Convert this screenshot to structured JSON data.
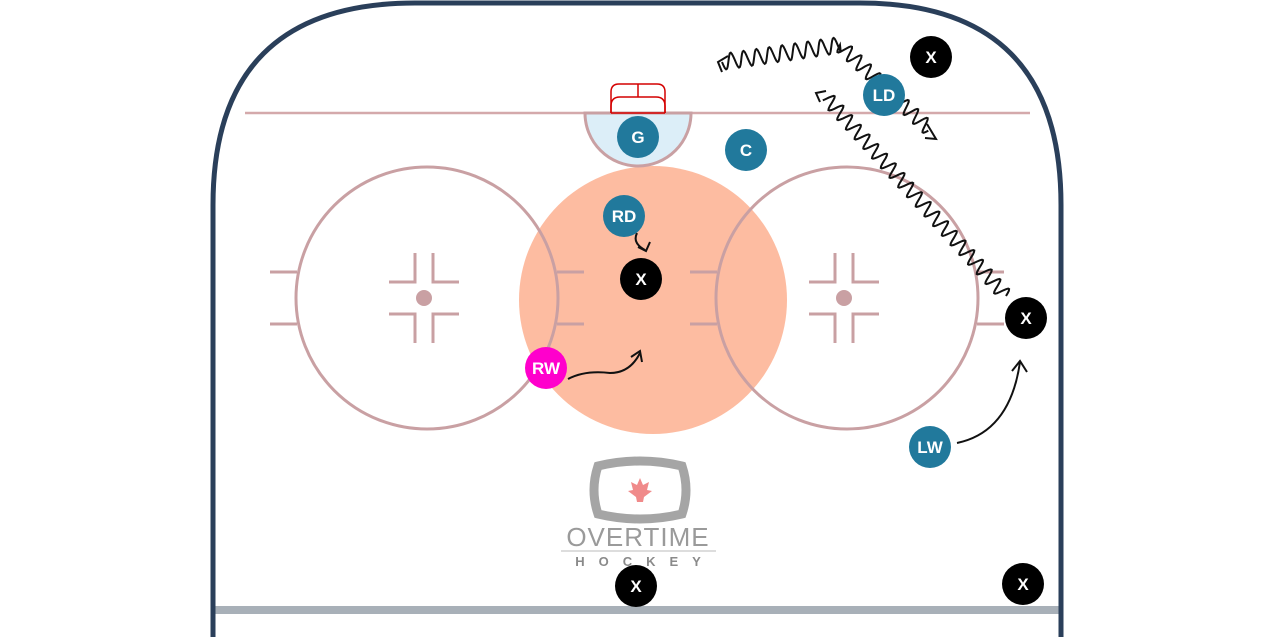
{
  "colors": {
    "rink_border": "#2a3f5a",
    "lines": "#c9a0a3",
    "team": "#21799c",
    "rw": "#ff00cc",
    "opponent": "#000000",
    "zone": "#fdab8a",
    "crease": "#dceef8",
    "net": "#d40000",
    "blue_line": "#a8b0b8"
  },
  "players": [
    {
      "id": "g",
      "label": "G",
      "team": "team"
    },
    {
      "id": "c",
      "label": "C",
      "team": "team"
    },
    {
      "id": "rd",
      "label": "RD",
      "team": "team"
    },
    {
      "id": "ld",
      "label": "LD",
      "team": "team"
    },
    {
      "id": "lw",
      "label": "LW",
      "team": "team"
    },
    {
      "id": "rw",
      "label": "RW",
      "team": "rw"
    }
  ],
  "opponents": [
    {
      "label": "X"
    },
    {
      "label": "X"
    },
    {
      "label": "X"
    },
    {
      "label": "X"
    },
    {
      "label": "X"
    }
  ],
  "logo": {
    "line1": "OVERTIME",
    "line2": "HOCKEY"
  }
}
